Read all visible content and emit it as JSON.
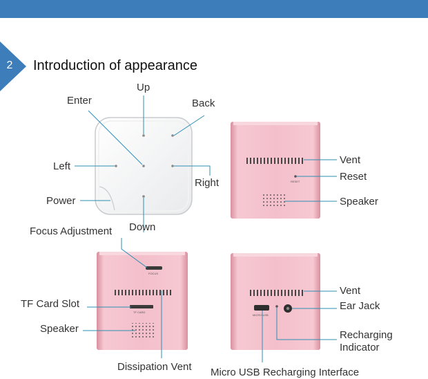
{
  "section": {
    "number": "2",
    "title": "Introduction of appearance"
  },
  "labels": {
    "up": "Up",
    "enter": "Enter",
    "back": "Back",
    "left": "Left",
    "right": "Right",
    "power": "Power",
    "down": "Down",
    "vent_top": "Vent",
    "reset": "Reset",
    "speaker_top": "Speaker",
    "focus_adjustment": "Focus Adjustment",
    "tf_card_slot": "TF Card Slot",
    "speaker_bottom": "Speaker",
    "dissipation_vent": "Dissipation Vent",
    "vent_bottom": "Vent",
    "ear_jack": "Ear Jack",
    "recharging_indicator": "Recharging Indicator",
    "micro_usb": "Micro USB Recharging Interface"
  },
  "device_print": {
    "reset_tiny": "RESET",
    "tf_tiny": "TF CARD",
    "focus_tiny": "FOCUS",
    "usb_tiny": "MICRO USB"
  },
  "colors": {
    "header_blue": "#3d7dba",
    "leader_line": "#2b8fb2",
    "device_pink": "#f1b9c6"
  }
}
